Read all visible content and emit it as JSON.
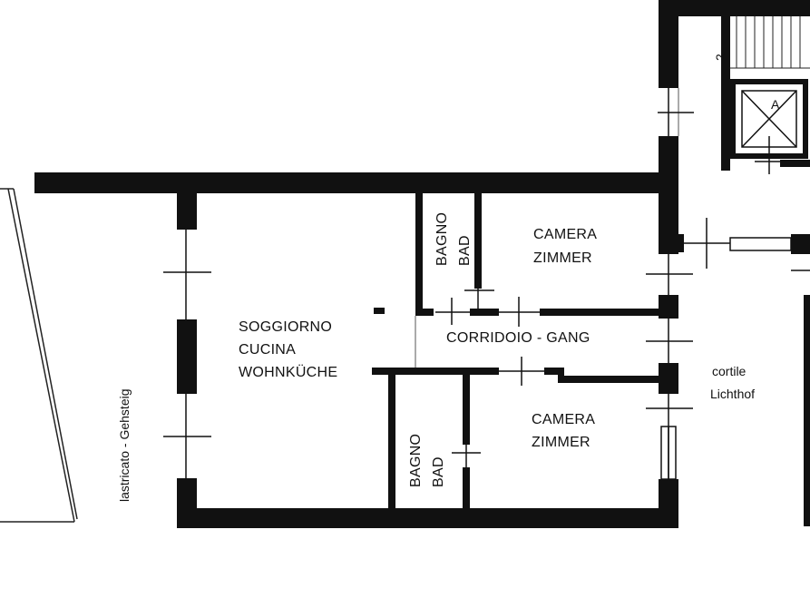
{
  "rooms": {
    "living": {
      "line1": "SOGGIORNO",
      "line2": "CUCINA",
      "line3": "WOHNKÜCHE"
    },
    "bath_top": {
      "line1": "BAGNO",
      "line2": "BAD"
    },
    "room_top": {
      "line1": "CAMERA",
      "line2": "ZIMMER"
    },
    "corridor": {
      "label": "CORRIDOIO - GANG"
    },
    "bath_bottom": {
      "line1": "BAGNO",
      "line2": "BAD"
    },
    "room_bottom": {
      "line1": "CAMERA",
      "line2": "ZIMMER"
    },
    "courtyard": {
      "line1": "cortile",
      "line2": "Lichthof"
    },
    "sidewalk": {
      "label": "lastricato - Gehsteig"
    },
    "lift": {
      "label": "A"
    },
    "stair": {
      "label": "2"
    }
  },
  "colors": {
    "wall": "#111111",
    "background": "#ffffff"
  }
}
